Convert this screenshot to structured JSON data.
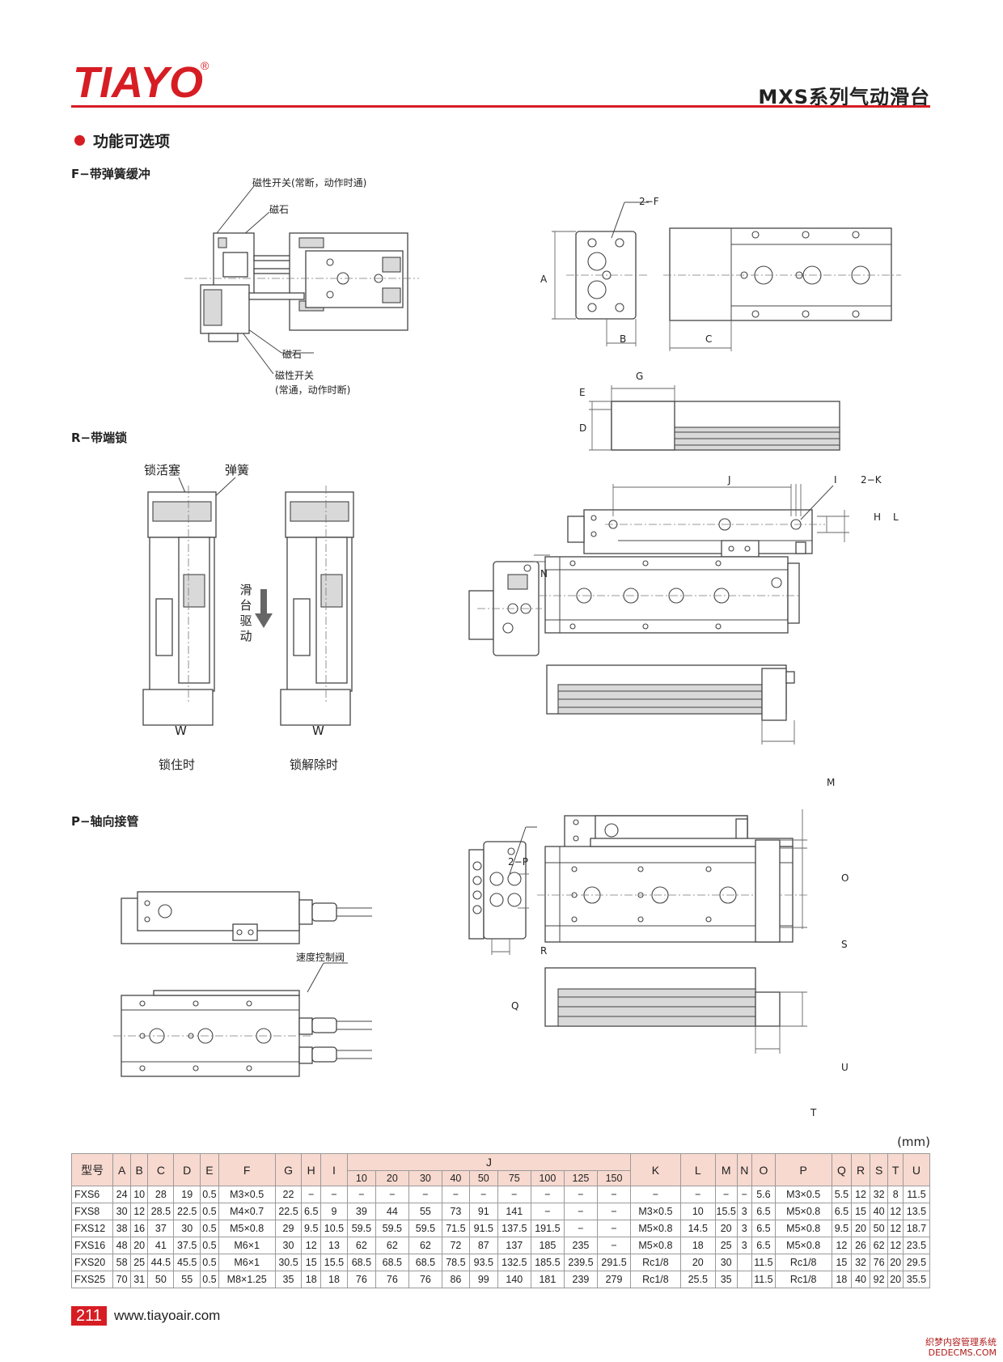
{
  "header": {
    "brand": "TIAYO",
    "registered_mark": "®",
    "series_title": "MXS系列气动滑台"
  },
  "section_title": "功能可选项",
  "options": {
    "f": {
      "title": "F−带弹簧缓冲",
      "labels": {
        "switch_nc": "磁性开关(常断，动作时通)",
        "magnet_top": "磁石",
        "magnet_bottom": "磁石",
        "switch_no": "磁性开关",
        "switch_no_note": "(常通，动作时断)"
      }
    },
    "r": {
      "title": "R−带端锁",
      "labels": {
        "lock_piston": "锁活塞",
        "spring": "弹簧",
        "slide_drive": [
          "滑",
          "台",
          "驱",
          "动"
        ],
        "w_left": "W",
        "w_right": "W",
        "locked": "锁住时",
        "unlocked": "锁解除时"
      }
    },
    "p": {
      "title": "P−轴向接管",
      "labels": {
        "speed_valve": "速度控制阀"
      }
    }
  },
  "dimension_labels": {
    "two_f": "2−F",
    "a": "A",
    "b": "B",
    "c": "C",
    "g": "G",
    "e": "E",
    "d": "D",
    "j": "J",
    "i": "I",
    "two_k": "2−K",
    "h": "H",
    "l": "L",
    "n": "N",
    "m": "M",
    "two_p": "2−P",
    "r": "R",
    "q": "Q",
    "o": "O",
    "s": "S",
    "u": "U",
    "t": "T"
  },
  "table": {
    "unit": "(mm)",
    "model_header": "型号",
    "headers_left": [
      "A",
      "B",
      "C",
      "D",
      "E",
      "F",
      "G",
      "H",
      "I"
    ],
    "j_header": "J",
    "j_strokes": [
      "10",
      "20",
      "30",
      "40",
      "50",
      "75",
      "100",
      "125",
      "150"
    ],
    "headers_right": [
      "K",
      "L",
      "M",
      "N",
      "O",
      "P",
      "Q",
      "R",
      "S",
      "T",
      "U"
    ],
    "rows": [
      {
        "model": "FXS6",
        "left": [
          "24",
          "10",
          "28",
          "19",
          "0.5",
          "M3×0.5",
          "22",
          "−",
          "−"
        ],
        "j": [
          "−",
          "−",
          "−",
          "−",
          "−",
          "−",
          "−",
          "−",
          "−"
        ],
        "right": [
          "−",
          "−",
          "−",
          "−",
          "5.6",
          "M3×0.5",
          "5.5",
          "12",
          "32",
          "8",
          "11.5"
        ]
      },
      {
        "model": "FXS8",
        "left": [
          "30",
          "12",
          "28.5",
          "22.5",
          "0.5",
          "M4×0.7",
          "22.5",
          "6.5",
          "9"
        ],
        "j": [
          "39",
          "44",
          "55",
          "73",
          "91",
          "141",
          "−",
          "−",
          "−"
        ],
        "right": [
          "M3×0.5",
          "10",
          "15.5",
          "3",
          "6.5",
          "M5×0.8",
          "6.5",
          "15",
          "40",
          "12",
          "13.5"
        ]
      },
      {
        "model": "FXS12",
        "left": [
          "38",
          "16",
          "37",
          "30",
          "0.5",
          "M5×0.8",
          "29",
          "9.5",
          "10.5"
        ],
        "j": [
          "59.5",
          "59.5",
          "59.5",
          "71.5",
          "91.5",
          "137.5",
          "191.5",
          "−",
          "−"
        ],
        "right": [
          "M5×0.8",
          "14.5",
          "20",
          "3",
          "6.5",
          "M5×0.8",
          "9.5",
          "20",
          "50",
          "12",
          "18.7"
        ]
      },
      {
        "model": "FXS16",
        "left": [
          "48",
          "20",
          "41",
          "37.5",
          "0.5",
          "M6×1",
          "30",
          "12",
          "13"
        ],
        "j": [
          "62",
          "62",
          "62",
          "72",
          "87",
          "137",
          "185",
          "235",
          "−"
        ],
        "right": [
          "M5×0.8",
          "18",
          "25",
          "3",
          "6.5",
          "M5×0.8",
          "12",
          "26",
          "62",
          "12",
          "23.5"
        ]
      },
      {
        "model": "FXS20",
        "left": [
          "58",
          "25",
          "44.5",
          "45.5",
          "0.5",
          "M6×1",
          "30.5",
          "15",
          "15.5"
        ],
        "j": [
          "68.5",
          "68.5",
          "68.5",
          "78.5",
          "93.5",
          "132.5",
          "185.5",
          "239.5",
          "291.5"
        ],
        "right": [
          "Rc1/8",
          "20",
          "30",
          "",
          "11.5",
          "Rc1/8",
          "15",
          "32",
          "76",
          "20",
          "29.5"
        ]
      },
      {
        "model": "FXS25",
        "left": [
          "70",
          "31",
          "50",
          "55",
          "0.5",
          "M8×1.25",
          "35",
          "18",
          "18"
        ],
        "j": [
          "76",
          "76",
          "76",
          "86",
          "99",
          "140",
          "181",
          "239",
          "279"
        ],
        "right": [
          "Rc1/8",
          "25.5",
          "35",
          "",
          "11.5",
          "Rc1/8",
          "18",
          "40",
          "92",
          "20",
          "35.5"
        ]
      }
    ]
  },
  "footer": {
    "page_number": "211",
    "url": "www.tiayoair.com"
  },
  "watermark": {
    "line1": "织梦内容管理系统",
    "line2": "DEDECMS.COM"
  }
}
